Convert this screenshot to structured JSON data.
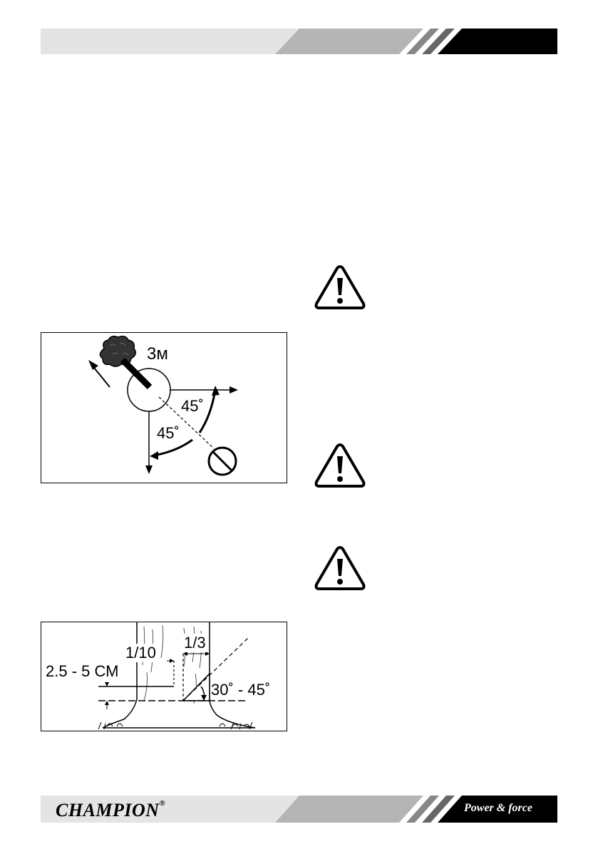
{
  "header": {
    "colors": {
      "light": "#e4e4e4",
      "mid": "#b5b5b5",
      "dark": "#000000"
    }
  },
  "figure1": {
    "distance_label": "3м",
    "angle_upper": "45˚",
    "angle_lower": "45˚",
    "icons": [
      "tree-crown-icon",
      "no-entry-icon",
      "fall-direction-arrow-icon"
    ]
  },
  "figure2": {
    "label_fraction_tenth": "1/10",
    "label_fraction_third": "1/3",
    "label_height": "2.5 - 5 СМ",
    "label_angle": "30˚ - 45˚"
  },
  "warnings": [
    {
      "icon": "warning-triangle-icon"
    },
    {
      "icon": "warning-triangle-icon"
    },
    {
      "icon": "warning-triangle-icon"
    }
  ],
  "footer": {
    "brand": "CHAMPION",
    "registered": "®",
    "tagline": "Power & force"
  }
}
